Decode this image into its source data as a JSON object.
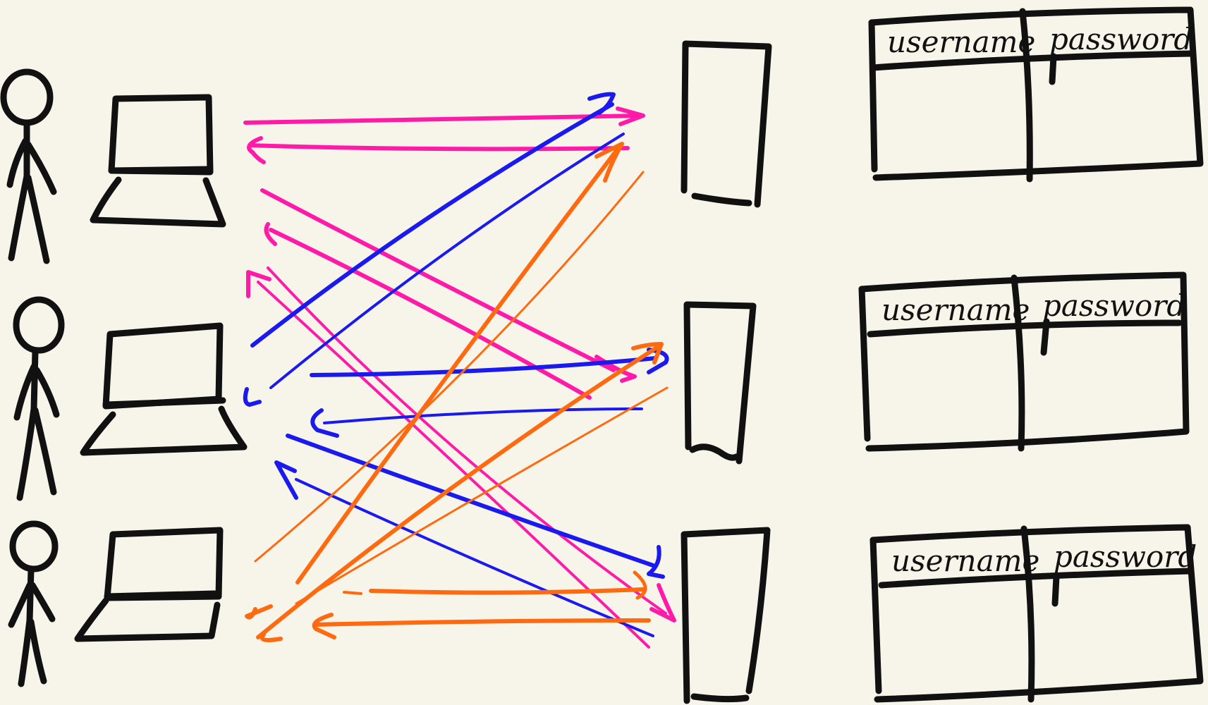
{
  "colors": {
    "background": "#f7f5ea",
    "ink": "#111111",
    "pink": "#ff1aa8",
    "blue": "#1a1aee",
    "orange": "#ff6a10"
  },
  "tables": [
    {
      "columns": [
        "username",
        "password"
      ]
    },
    {
      "columns": [
        "username",
        "password"
      ]
    },
    {
      "columns": [
        "username",
        "password"
      ]
    }
  ],
  "elements": {
    "users": [
      "stick-figure",
      "stick-figure",
      "stick-figure"
    ],
    "clients": [
      "laptop",
      "laptop",
      "laptop"
    ],
    "servers": [
      "server",
      "server",
      "server"
    ]
  },
  "connections": [
    {
      "from": "laptop-1",
      "to": "server-1",
      "color": "pink"
    },
    {
      "from": "laptop-1",
      "to": "server-2",
      "color": "pink"
    },
    {
      "from": "laptop-1",
      "to": "server-3",
      "color": "pink"
    },
    {
      "from": "laptop-2",
      "to": "server-1",
      "color": "blue"
    },
    {
      "from": "laptop-2",
      "to": "server-2",
      "color": "blue"
    },
    {
      "from": "laptop-2",
      "to": "server-3",
      "color": "blue"
    },
    {
      "from": "laptop-3",
      "to": "server-1",
      "color": "orange"
    },
    {
      "from": "laptop-3",
      "to": "server-2",
      "color": "orange"
    },
    {
      "from": "laptop-3",
      "to": "server-3",
      "color": "orange"
    }
  ]
}
